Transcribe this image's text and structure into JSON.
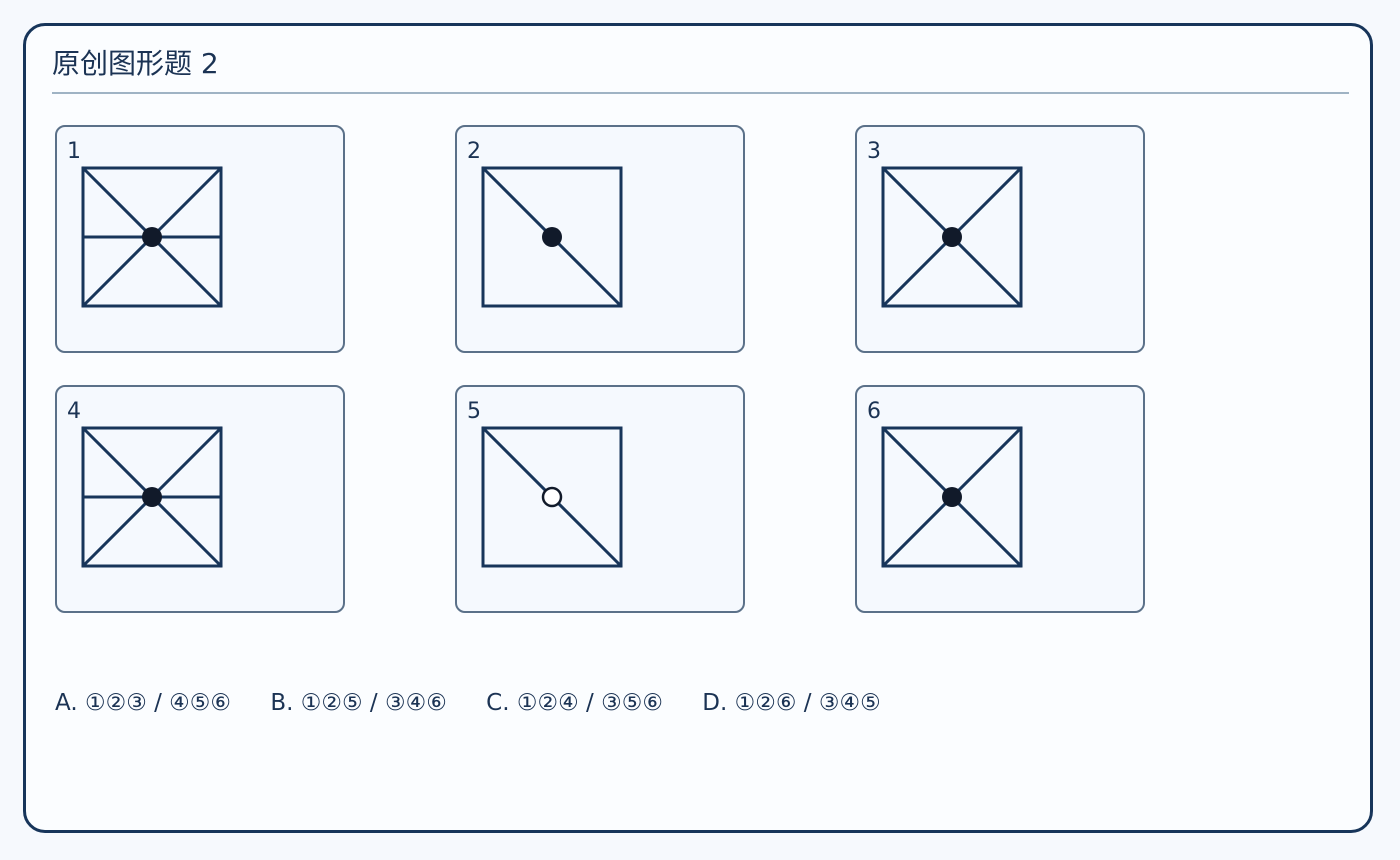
{
  "title": "原创图形题 2",
  "figures": [
    {
      "label": "1",
      "lines": [
        "d1",
        "d2",
        "h"
      ],
      "dot": "filled"
    },
    {
      "label": "2",
      "lines": [
        "d1"
      ],
      "dot": "filled"
    },
    {
      "label": "3",
      "lines": [
        "d1",
        "d2"
      ],
      "dot": "filled"
    },
    {
      "label": "4",
      "lines": [
        "d1",
        "d2",
        "h"
      ],
      "dot": "filled"
    },
    {
      "label": "5",
      "lines": [
        "d1"
      ],
      "dot": "hollow"
    },
    {
      "label": "6",
      "lines": [
        "d1",
        "d2"
      ],
      "dot": "filled"
    }
  ],
  "options": [
    "A. ①②③ / ④⑤⑥",
    "B. ①②⑤ / ③④⑥",
    "C. ①②④ / ③⑤⑥",
    "D. ①②⑥ / ③④⑤"
  ],
  "colors": {
    "stroke": "#17355a",
    "dot": "#111a2a",
    "panel_border": "#5b7189"
  }
}
